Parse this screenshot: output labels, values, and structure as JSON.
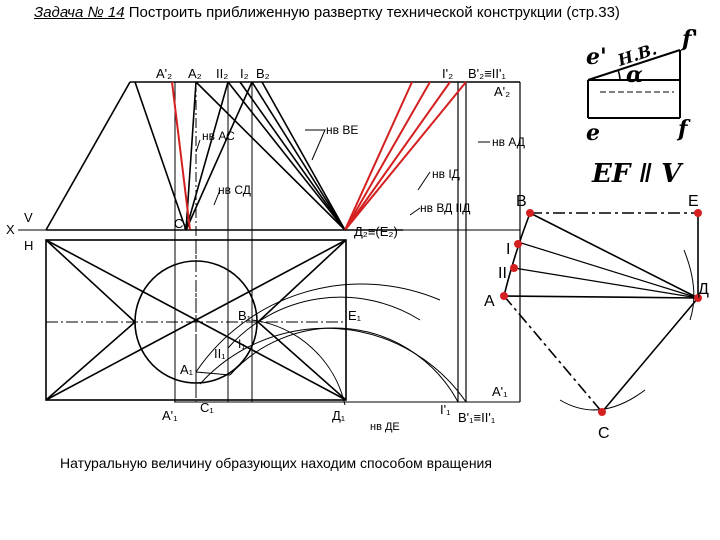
{
  "title": {
    "task": "Задача № 14",
    "text": "Построить приближенную развертку технической конструкции (стр.33)"
  },
  "caption": "Натуральную величину образующих находим способом вращения",
  "labels": {
    "A2p": "A'₂",
    "A2": "A₂",
    "II2": "II₂",
    "I2": "I₂",
    "B2": "B₂",
    "I2p": "I'₂",
    "B2p_II1": "B'₂≡II'₁",
    "A2p_r": "A'₂",
    "nvAC": "нв АС",
    "nvBE": "нв ВЕ",
    "nvAD": "нв АД",
    "nvID": "нв IД",
    "nvCD": "нв СД",
    "nvBDIID": "нв ВД IIД",
    "C2": "C₂",
    "D2E2": "Д₂≡(E₂)",
    "X": "X",
    "V": "V",
    "H": "H",
    "B1": "B₁",
    "E1": "E₁",
    "I1": "I₁",
    "II1": "II₁",
    "A1": "A₁",
    "A1p": "A'₁",
    "C1": "C₁",
    "D1": "Д₁",
    "nvDE": "нв ДЕ",
    "A1p_r": "A'₁",
    "I1p": "I'₁",
    "B1p_II1": "B'₁≡II'₁",
    "dev_B": "B",
    "dev_E": "E",
    "dev_I": "I",
    "dev_II": "II",
    "dev_A": "A",
    "dev_D": "Д",
    "dev_C": "C"
  },
  "inset": {
    "e1": "e'",
    "f1": "f'",
    "nv": "Н.В.",
    "alpha": "α",
    "e": "e",
    "f": "f",
    "note": "EF ǁ V"
  },
  "colors": {
    "ink": "#000000",
    "accent": "#d42020"
  }
}
